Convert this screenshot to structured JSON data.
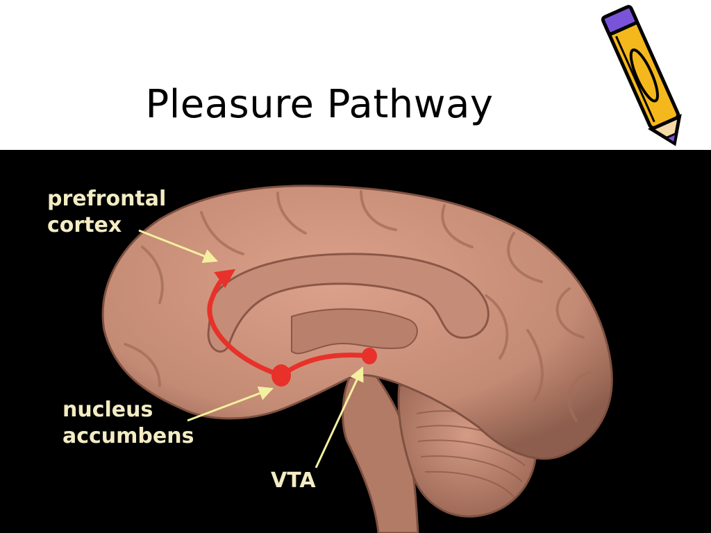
{
  "slide": {
    "title": "Pleasure Pathway"
  },
  "figure": {
    "labels": {
      "prefrontal_cortex": "prefrontal\ncortex",
      "nucleus_accumbens": "nucleus\naccumbens",
      "vta": "VTA"
    }
  },
  "colors": {
    "background": "#ffffff",
    "figure_background": "#000000",
    "brain": "#c98e78",
    "pathway": "#e8312a",
    "label_text": "#f3ecc4",
    "pointer": "#f4f0a0"
  },
  "decor": {
    "pencil_icon": "pencil-icon"
  }
}
